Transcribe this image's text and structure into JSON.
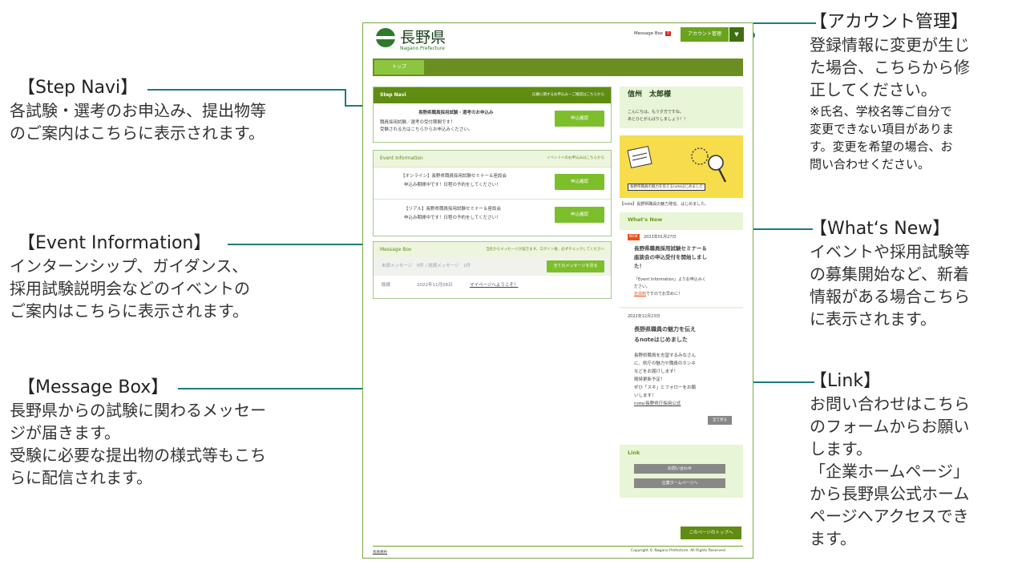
{
  "annotations": {
    "step_navi": {
      "heading": "【Step Navi】",
      "lines": [
        "各試験・選考のお申込み、提出物等",
        "のご案内はこちらに表示されます。"
      ]
    },
    "event_info": {
      "heading": "【Event Information】",
      "lines": [
        "インターンシップ、ガイダンス、",
        "採用試験説明会などのイベントの",
        "ご案内はこちらに表示されます。"
      ]
    },
    "message_box": {
      "heading": "【Message Box】",
      "lines": [
        "長野県からの試験に関わるメッセー",
        "ジが届きます。",
        "受験に必要な提出物の様式等もこち",
        "らに配信されます。"
      ]
    },
    "account": {
      "heading": "【アカウント管理】",
      "lines": [
        "登録情報に変更が生じ",
        "た場合、こちらから修",
        "正してください。"
      ],
      "notes": [
        "※氏名、学校名等ご自分で",
        "変更できない項目がありま",
        "す。変更を希望の場合、お",
        "問い合わせください。"
      ]
    },
    "whats_new": {
      "heading": "【What‘s New】",
      "lines": [
        "イベントや採用試験等",
        "の募集開始など、新着",
        "情報がある場合こちら",
        "に表示されます。"
      ]
    },
    "link": {
      "heading": "【Link】",
      "lines": [
        "お問い合わせはこちら",
        "のフォームからお願い",
        "します。",
        "「企業ホームページ」",
        "から長野県公式ホーム",
        "ページへアクセスでき",
        "ます。"
      ]
    }
  },
  "site": {
    "logo_title": "長野県",
    "logo_sub": "Nagano Prefecture",
    "message_box_label": "Message Box",
    "message_count": "0",
    "account_button": "アカウント管理",
    "account_arrow": "▼",
    "nav_tab": "トップ",
    "step_navi": {
      "title": "Step Navi",
      "sub": "応募に関するお申込み・ご確認はこちらから",
      "item_title": "長野県職員採用試験・選考のお申込み",
      "item_line1": "職員採用試験／選考の受付期間です！",
      "item_line2": "受験される方はこちらからお申込みください。",
      "button": "申込確認"
    },
    "events": {
      "title": "Event Information",
      "sub": "イベントへのお申込みはこちらから",
      "items": [
        {
          "title": "【オンライン】長野県職員採用試験セミナー＆座談会",
          "desc": "申込み期間中です！日程の予約をしてください！",
          "button": "申込確認"
        },
        {
          "title": "【リアル】長野県職員採用試験セミナー＆座談会",
          "desc": "申込み期間中です！日程の予約をしてください！",
          "button": "申込確認"
        }
      ]
    },
    "messages": {
      "title": "Message Box",
      "sub": "当社からメッセージが届きます。ログイン後、必ずチェックしてください",
      "counts": "未読メッセージ　0件 / 既読メッセージ　1件",
      "all_button": "全てのメッセージを見る",
      "row_status": "既読",
      "row_date": "2022年11月08日",
      "row_subject": "マイページへようこそ！"
    },
    "user": {
      "name": "信州　太郎様",
      "greeting1": "こんにちは。もう夕方ですね。",
      "greeting2": "あとひとがんばりしましょう！！"
    },
    "banner": {
      "label": "長野県職員の魅力を伝えるnoteはじめました",
      "caption": "【note】長野県職員の魅力発信、はじめました。"
    },
    "whats_new": {
      "title": "What's New",
      "items": [
        {
          "badge": "NEW",
          "date": "2023年01月27日",
          "title_lines": [
            "長野県職員採用試験セミナー＆",
            "座談会の申込受付を開始しまし",
            "た！"
          ],
          "body_lines": [
            "「Event Information」よりお申込みく",
            "ださい。"
          ],
          "accent": "定員制",
          "after_accent": "ですのでお早めに！"
        },
        {
          "date": "2022年12月23日",
          "title_lines": [
            "長野県職員の魅力を伝え",
            "るnoteはじめました"
          ],
          "body_lines": [
            "長野県職員を志望するみなさん",
            "に、県庁の魅力や職員のホンネ",
            "などをお届けします！",
            "随時更新予定！",
            "ぜひ「スキ」とフォローをお願",
            "いします！"
          ],
          "link": "note/長野県庁採用公式"
        }
      ],
      "more_button": "全て見る"
    },
    "links": {
      "title": "Link",
      "contact": "お問い合わせ",
      "homepage": "企業ホームページへ"
    },
    "to_top": "このページのトップへ",
    "footer_left": "会員規約",
    "copyright": "Copyright © Nagano Prefecture. All Rights Reserved."
  }
}
